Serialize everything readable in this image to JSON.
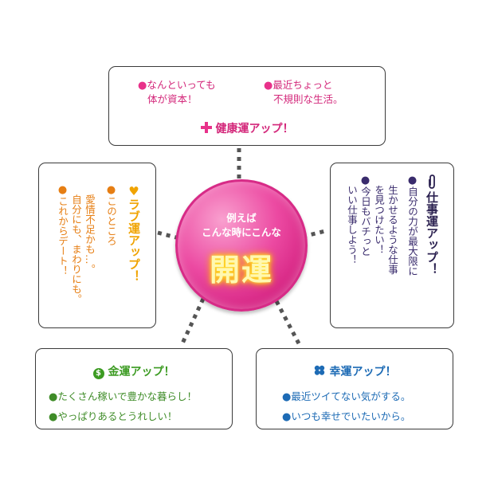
{
  "center": {
    "line1": "例えば",
    "line2": "こんな時にこんな",
    "main": "開運"
  },
  "health": {
    "title": "健康運アップ！",
    "items": [
      {
        "lines": [
          "なんといっても",
          "体が資本！"
        ]
      },
      {
        "lines": [
          "最近ちょっと",
          "不規則な生活。"
        ]
      }
    ]
  },
  "love": {
    "title": "ラブ運アップ！",
    "items": [
      {
        "lines": [
          "このところ",
          "愛情不足かも…。",
          "自分にも、まわりにも。"
        ]
      },
      {
        "lines": [
          "これからデート！"
        ]
      }
    ]
  },
  "work": {
    "title": "仕事運アップ！",
    "items": [
      {
        "lines": [
          "自分の力が最大限に",
          "生かせるような仕事",
          "を見つけたい！"
        ]
      },
      {
        "lines": [
          "今日もバチっと",
          "いい仕事しよう！"
        ]
      }
    ]
  },
  "money": {
    "title": "金運アップ！",
    "items": [
      "たくさん稼いで豊かな暮らし！",
      "やっぱりあるとうれしい！"
    ]
  },
  "luck": {
    "title": "幸運アップ！",
    "items": [
      "最近ツイてない気がする。",
      "いつも幸せでいたいから。"
    ]
  },
  "colors": {
    "pink": "#e8318a",
    "orange": "#f0a300",
    "navy": "#2b2150",
    "green": "#3c9b22",
    "blue": "#1d6bb5"
  }
}
